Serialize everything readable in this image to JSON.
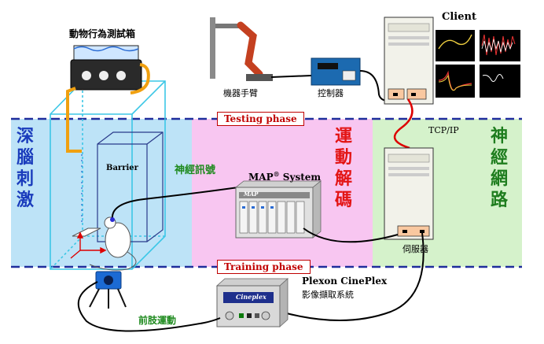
{
  "regions": {
    "deep_brain_stimulation": [
      "深",
      "腦",
      "刺",
      "激"
    ],
    "motion_decoding": [
      "運",
      "動",
      "解",
      "碼"
    ],
    "neural_network": [
      "神",
      "經",
      "網",
      "路"
    ]
  },
  "phases": {
    "testing": "Testing phase",
    "training": "Training phase"
  },
  "labels": {
    "behavior_box": "動物行為測試箱",
    "robot_arm": "機器手臂",
    "controller": "控制器",
    "client": "Client",
    "tcp_ip": "TCP/IP",
    "barrier": "Barrier",
    "neural_signal": "神經訊號",
    "map_system_name": "MAP",
    "map_system_reg": "®",
    "map_system_suffix": " System",
    "server": "伺服器",
    "plexon_title": "Plexon CinePlex",
    "plexon_sub": "影像擷取系統",
    "forelimb_motion": "前肢運動",
    "map_badge": "MAP",
    "cineplex_badge": "Cineplex"
  },
  "colors": {
    "region_blue": "#bde3f7",
    "region_pink": "#f8c6f1",
    "region_green": "#d5f2cb",
    "dashed_line": "#1f2d9c",
    "label_blue": "#1a3cbc",
    "label_red": "#e31414",
    "label_green": "#1e7d1e",
    "phase_red": "#c00000",
    "cage_cyan": "#3cc7e6"
  }
}
